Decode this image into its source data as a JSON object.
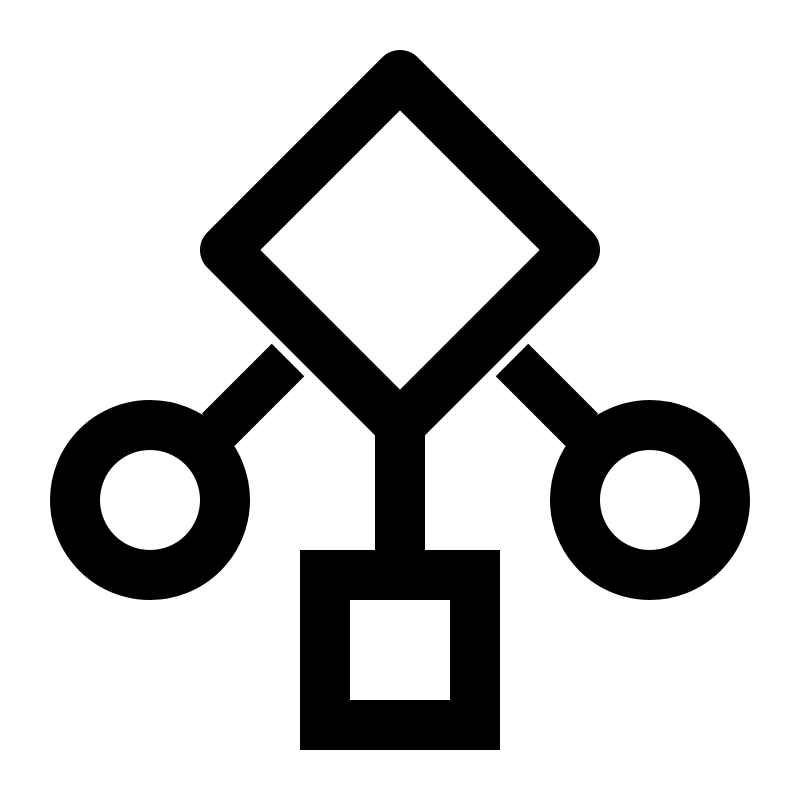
{
  "icon": {
    "name": "flowchart-decision-icon",
    "colors": {
      "stroke": "#000000",
      "fill": "#ffffff",
      "background": "#ffffff"
    },
    "shapes": {
      "decision": "diamond",
      "left_outcome": "circle",
      "right_outcome": "circle",
      "bottom_outcome": "square"
    }
  }
}
